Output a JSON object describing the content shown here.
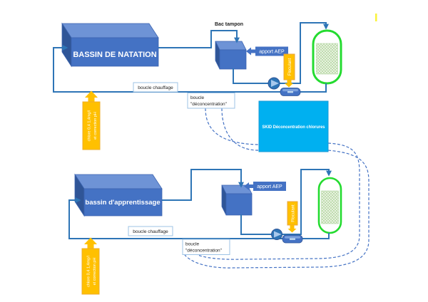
{
  "top_system": {
    "pool": "BASSIN DE NATATION",
    "buffer_tank": "Bac tampon",
    "water_supply": "apport AEP",
    "flocculant": "Floculant",
    "heating_loop": "boucle chauffage",
    "deconcentration_loop": [
      "boucle",
      "\"déconcentration\""
    ],
    "chlorine_dosing": [
      "chlore 0,4 1,4mg/l",
      "et correction pH"
    ]
  },
  "bottom_system": {
    "pool": "bassin d'apprentissage",
    "water_supply": "apport AEP",
    "flocculant": "Floculant",
    "heating_loop": "boucle chauffage",
    "deconcentration_loop": [
      "boucle",
      "\"déconcentration\""
    ],
    "chlorine_dosing": [
      "chlore 0,4 1,4mg/l",
      "et correction pH"
    ]
  },
  "skid": {
    "label": "SKID Déconcentration chlorures"
  },
  "colors": {
    "pipe_blue": "#2E75B6",
    "cube_front": "#4472C4",
    "cube_top": "#6E93D6",
    "cube_side": "#2F5597",
    "dosing_yellow": "#FFC000",
    "skid_cyan": "#00B0F0",
    "vessel_green": "#24DB30",
    "label_border": "#9DC3E6",
    "dashed_line": "#4472C4"
  }
}
